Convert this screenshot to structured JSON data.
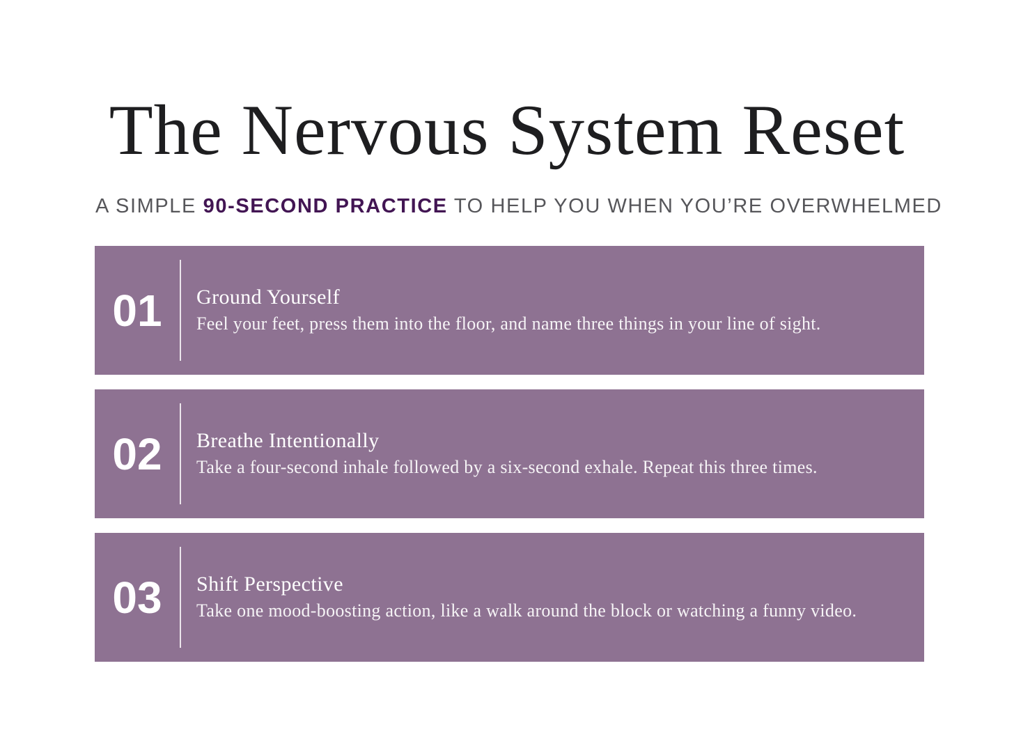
{
  "page": {
    "title": "The Nervous System Reset",
    "subtitle": {
      "prefix": "A SIMPLE ",
      "highlight": "90-SECOND PRACTICE",
      "suffix": " TO HELP YOU WHEN YOU’RE OVERWHELMED"
    },
    "steps": [
      {
        "number": "01",
        "title": "Ground Yourself",
        "description": "Feel your feet, press them into the floor, and name three things in your line of sight."
      },
      {
        "number": "02",
        "title": "Breathe Intentionally",
        "description": "Take a four-second inhale followed by a six-second exhale. Repeat this three times."
      },
      {
        "number": "03",
        "title": "Shift Perspective",
        "description": "Take one mood-boosting action, like a walk around the block or watching a funny video."
      }
    ],
    "colors": {
      "title_text": "#1e1e20",
      "subtitle_text": "#56565a",
      "subtitle_highlight": "#421553",
      "card_background": "#8e7292",
      "card_text": "#ffffff"
    }
  }
}
